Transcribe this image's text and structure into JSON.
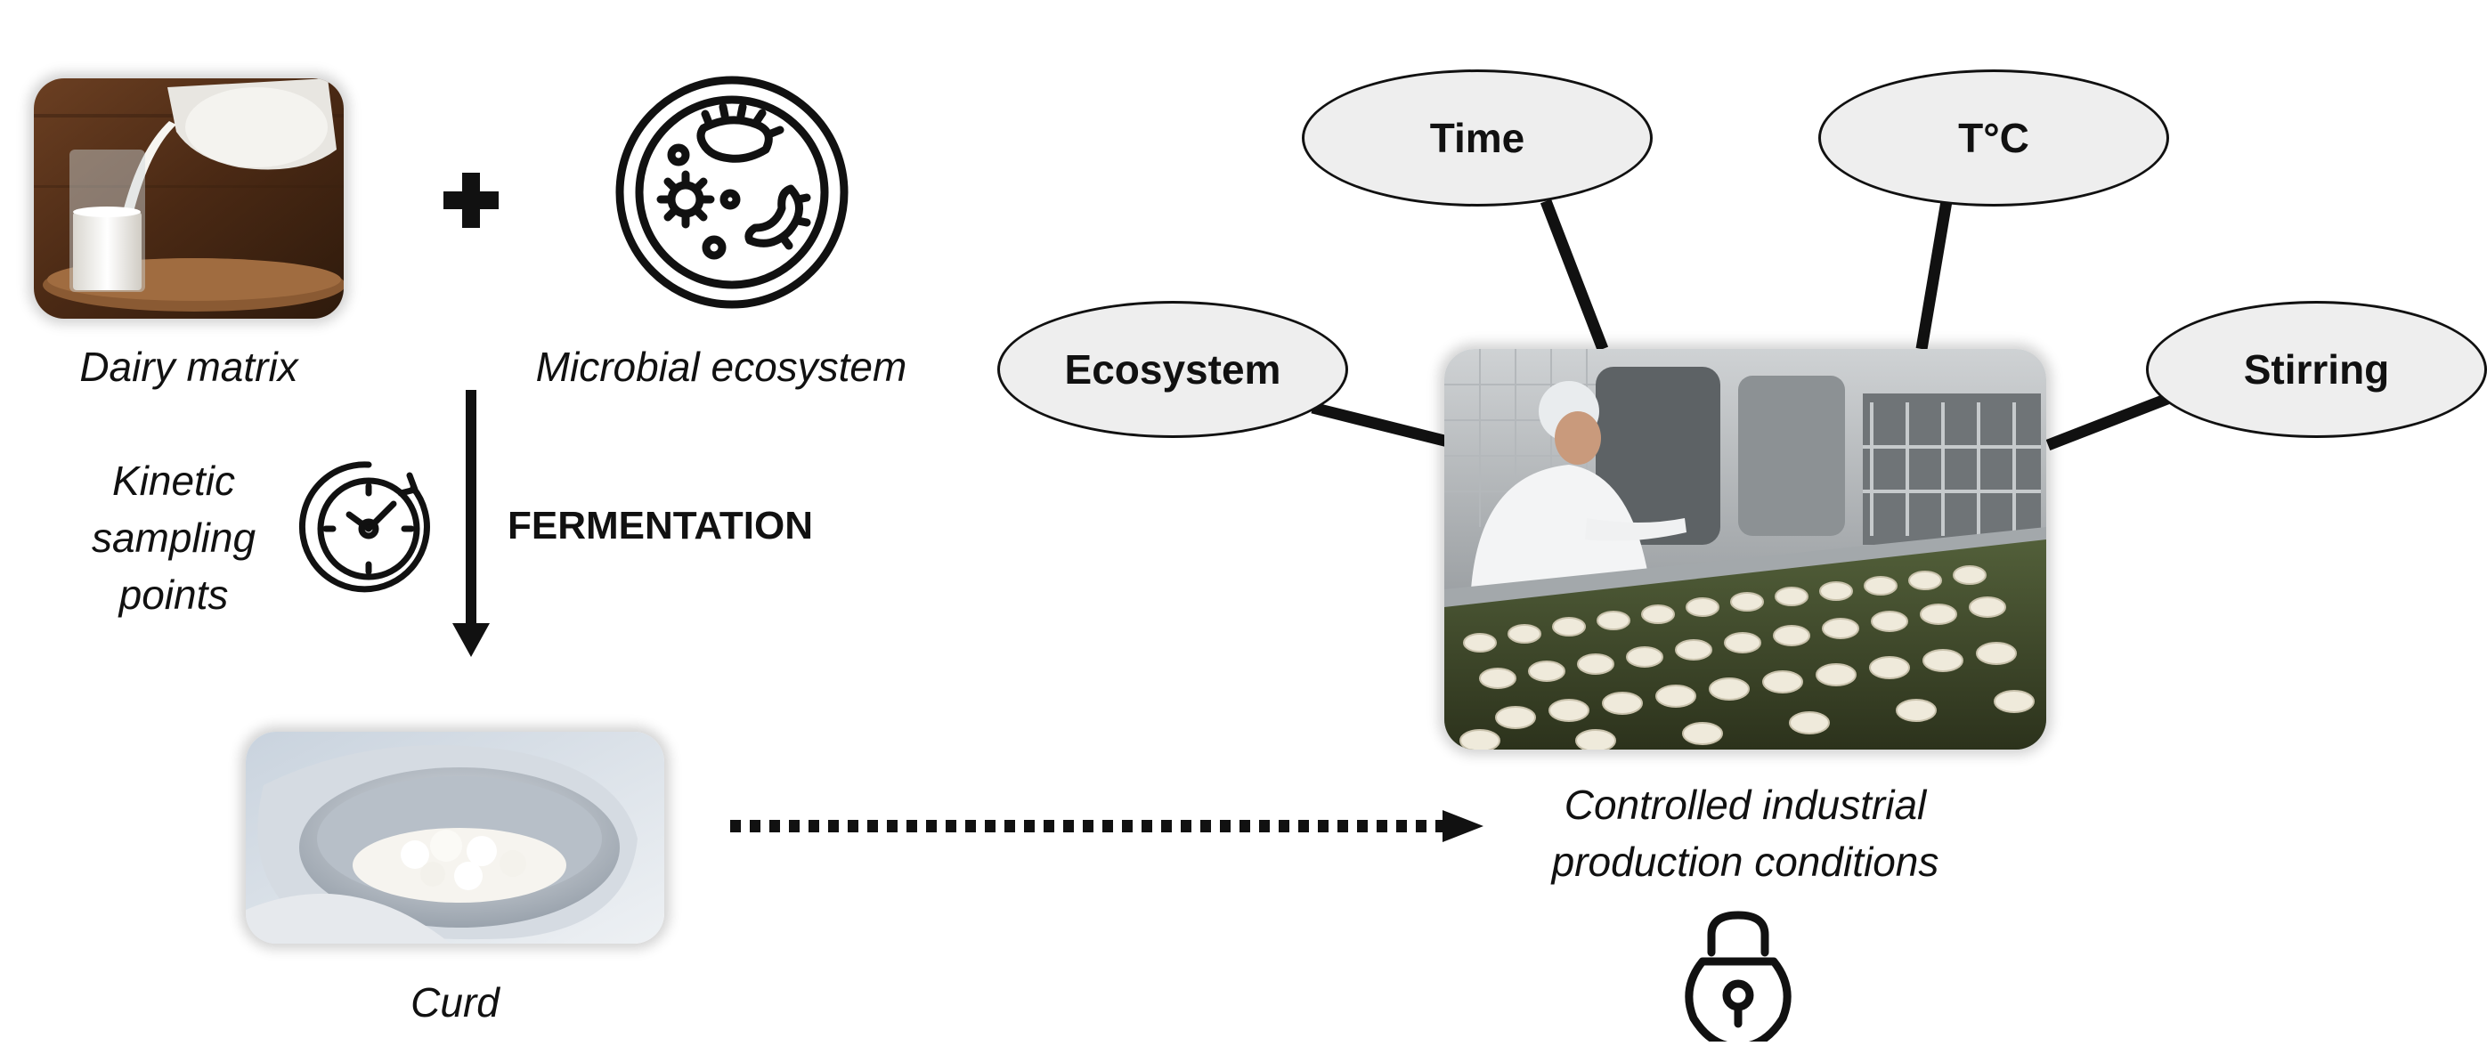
{
  "inputs": {
    "dairy_matrix_label": "Dairy matrix",
    "microbial_ecosystem_label": "Microbial ecosystem",
    "plus_symbol": "✚"
  },
  "process": {
    "fermentation_label": "FERMENTATION",
    "kinetic_label_line1": "Kinetic",
    "kinetic_label_line2": "sampling",
    "kinetic_label_line3": "points"
  },
  "output": {
    "curd_label": "Curd"
  },
  "industrial": {
    "caption_line1": "Controlled industrial",
    "caption_line2": "production conditions",
    "factors": {
      "ecosystem": "Ecosystem",
      "time": "Time",
      "temperature": "T°C",
      "stirring": "Stirring"
    }
  },
  "icons": {
    "microbe": "microbe-petri-icon",
    "timer": "stopwatch-icon",
    "lock": "padlock-icon"
  },
  "colors": {
    "ink": "#111111",
    "factor_fill": "#eeeeee"
  }
}
